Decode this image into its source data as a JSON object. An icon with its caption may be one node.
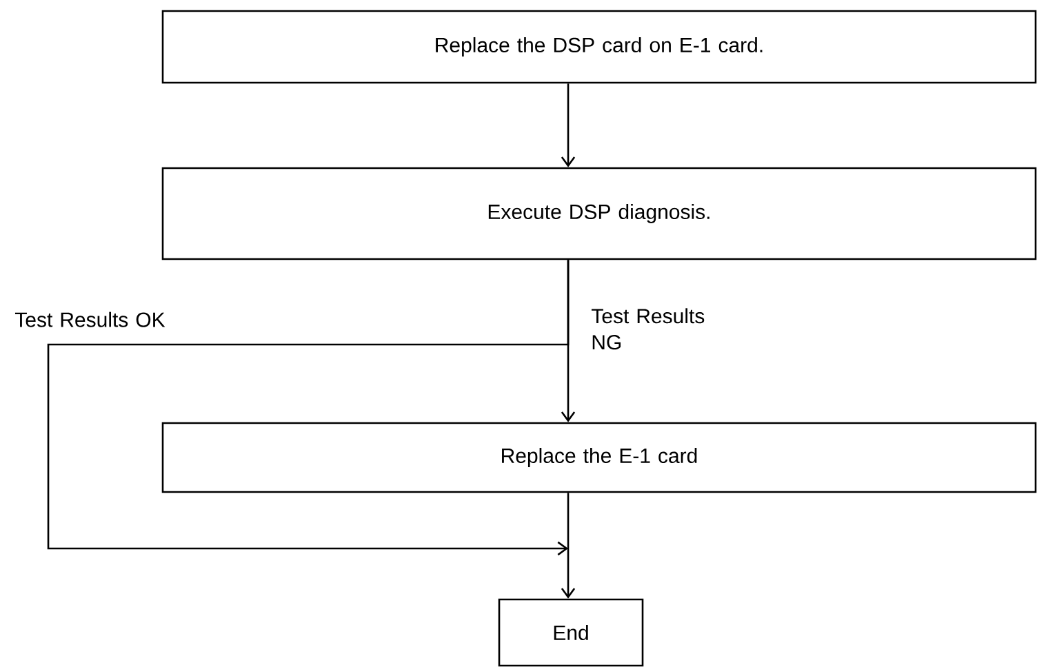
{
  "diagram": {
    "nodes": [
      {
        "text": [
          "Replace the DSP card on E-1 card."
        ]
      },
      {
        "text": [
          "Execute DSP diagnosis."
        ]
      },
      {
        "text": [
          "Replace the E-1 card"
        ]
      },
      {
        "text": [
          "End"
        ]
      }
    ],
    "edges": [
      {
        "from": 0,
        "to": 1,
        "arrow": "to"
      },
      {
        "from": 1,
        "to": 2,
        "arrow": "to",
        "label": "Test Results NG"
      },
      {
        "from": 2,
        "to": 3,
        "arrow": "to"
      },
      {
        "from": 1,
        "to": 3,
        "arrow": "to",
        "label": "Test Results OK"
      }
    ]
  }
}
